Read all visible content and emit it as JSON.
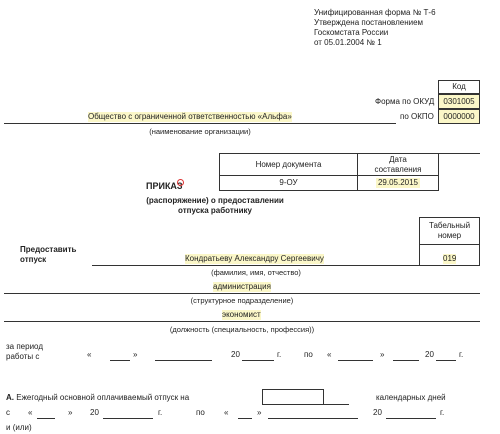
{
  "header": {
    "line1": "Унифицированная форма № Т-6",
    "line2": "Утверждена постановлением",
    "line3": "Госкомстата России",
    "line4": "от 05.01.2004 № 1"
  },
  "codes": {
    "header": "Код",
    "okud_label": "Форма по ОКУД",
    "okud_value": "0301005",
    "okpo_label": "по ОКПО",
    "okpo_value": "0000000"
  },
  "organization": {
    "name": "Общество с ограниченной ответственностью «Альфа»",
    "caption": "(наименование организации)"
  },
  "document": {
    "number_header": "Номер документа",
    "date_header": "Дата составления",
    "number": "9-ОУ",
    "date": "29.05.2015"
  },
  "order": {
    "title": "ПРИКАЗ",
    "subtitle": "(распоряжение) о предоставлении отпуска работнику"
  },
  "employee": {
    "grant_label": "Предоставить отпуск",
    "tabno_header": "Табельный номер",
    "name": "Кондратьеву Александру Сергеевичу",
    "tabno": "019",
    "name_caption": "(фамилия, имя, отчество)",
    "department": "администрация",
    "department_caption": "(структурное подразделение)",
    "position": "экономист",
    "position_caption": "(должность (специальность, профессия))"
  },
  "period": {
    "label": "за период работы с",
    "q_open": "«",
    "q_close": "»",
    "year_prefix": "20",
    "year_suffix": "г.",
    "to": "по"
  },
  "section_a": {
    "letter": "А.",
    "text": "Ежегодный основной оплачиваемый отпуск на",
    "days": "календарных дней",
    "from": "с",
    "to": "по",
    "and_or": "и (или)"
  }
}
